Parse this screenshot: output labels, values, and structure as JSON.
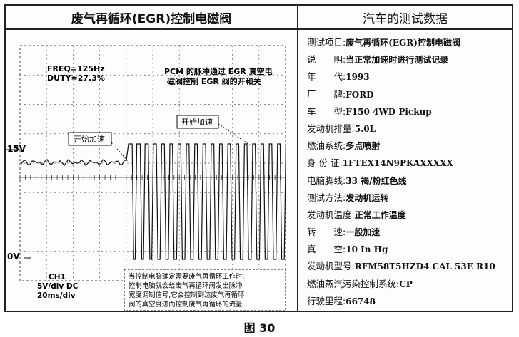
{
  "left_panel": {
    "title": "废气再循环(EGR)控制电磁阀",
    "freq": "FREQ=125Hz",
    "duty": "DUTY=27.3%",
    "note_pcm_line1": "PCM 的脉冲通过 EGR 真空电",
    "note_pcm_line2": "磁阀控制 EGR 阀的开和关",
    "callout_1": "开始加速",
    "callout_2": "开始加速",
    "level_15v": "15V",
    "level_0v": "0V",
    "channel": "CH1",
    "volts_div": "5V/div DC",
    "time_div": "20ms/div",
    "desc_lines": [
      "当控制电脑确定需要废气再循环工作时,",
      "控制电脑就会给废气再循环阀发出脉冲",
      "宽度调制信号,它会控制到达废气再循环",
      "阀的真空度进而控制废气再循环的流量"
    ]
  },
  "right_panel": {
    "title": "汽车的测试数据",
    "rows": [
      {
        "label": "测试项目:",
        "value": "废气再循环(EGR)控制电磁阀"
      },
      {
        "label": "说　　明:",
        "value": "当正常加速时进行测试记录"
      },
      {
        "label": "年　　代:",
        "value": "1993"
      },
      {
        "label": "厂　　牌:",
        "value": "FORD"
      },
      {
        "label": "车　　型:",
        "value": "F150 4WD Pickup"
      },
      {
        "label": "发动机排量:",
        "value": "5.0L"
      },
      {
        "label": "燃油系统:",
        "value": "多点喷射"
      },
      {
        "label": "身 份 证:",
        "value": "1FTEX14N9PKAXXXXX"
      },
      {
        "label": "电脑脚线:",
        "value": "33 褐/粉红色线"
      },
      {
        "label": "测试方法:",
        "value": "发动机运转"
      },
      {
        "label": "发动机温度:",
        "value": "正常工作温度"
      },
      {
        "label": "转　　速:",
        "value": "一般加速"
      },
      {
        "label": "真　　空:",
        "value": "10 In Hg"
      },
      {
        "label": "发动机型号:",
        "value": "RFM58T5HZD4 CAL 53E R10"
      },
      {
        "label": "燃油蒸汽污染控制系统:",
        "value": "CP"
      },
      {
        "label": "行驶里程:",
        "value": "66748"
      }
    ]
  },
  "caption": "图 30",
  "colors": {
    "ink": "#111111",
    "grid": "#555555",
    "paper": "#fdfdfd"
  }
}
